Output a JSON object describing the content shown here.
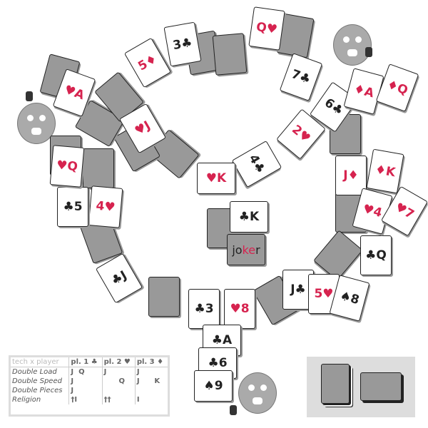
{
  "cards": [
    {
      "label": "5♦",
      "color": "red"
    },
    {
      "label": "",
      "color": "back"
    },
    {
      "label": "3♣",
      "color": "black"
    },
    {
      "label": "",
      "color": "back"
    },
    {
      "label": "Q♥",
      "color": "red"
    },
    {
      "label": "",
      "color": "back"
    },
    {
      "label": "7♣",
      "color": "black"
    },
    {
      "label": "6♣",
      "color": "black"
    },
    {
      "label": "2♥",
      "color": "red"
    },
    {
      "label": "4♣",
      "color": "black"
    },
    {
      "label": "♥K",
      "color": "red"
    },
    {
      "label": "",
      "color": "back"
    },
    {
      "label": "♥J",
      "color": "red"
    },
    {
      "label": "",
      "color": "back"
    },
    {
      "label": "",
      "color": "back"
    },
    {
      "label": "",
      "color": "back"
    },
    {
      "label": "♥A",
      "color": "red"
    },
    {
      "label": "",
      "color": "back"
    },
    {
      "label": "♦A",
      "color": "red"
    },
    {
      "label": "♦Q",
      "color": "red"
    },
    {
      "label": "",
      "color": "back"
    },
    {
      "label": "J♦",
      "color": "red"
    },
    {
      "label": "♦K",
      "color": "red"
    },
    {
      "label": "",
      "color": "back"
    },
    {
      "label": "♣Q",
      "color": "black"
    },
    {
      "label": "♥4",
      "color": "red"
    },
    {
      "label": "♥7",
      "color": "red"
    },
    {
      "label": "",
      "color": "back"
    },
    {
      "label": "J♣",
      "color": "black"
    },
    {
      "label": "5♥",
      "color": "red"
    },
    {
      "label": "♠8",
      "color": "black"
    },
    {
      "label": "",
      "color": "back"
    },
    {
      "label": "♥8",
      "color": "red"
    },
    {
      "label": "♣3",
      "color": "black"
    },
    {
      "label": "",
      "color": "back"
    },
    {
      "label": "♣J",
      "color": "black"
    },
    {
      "label": "",
      "color": "back"
    },
    {
      "label": "4♥",
      "color": "red"
    },
    {
      "label": "♣5",
      "color": "black"
    },
    {
      "label": "",
      "color": "back"
    },
    {
      "label": "♥Q",
      "color": "red"
    },
    {
      "label": "",
      "color": "back"
    },
    {
      "label": "♣K",
      "color": "black"
    },
    {
      "label": "",
      "color": "back"
    },
    {
      "label": "♣A",
      "color": "black"
    },
    {
      "label": "♣6",
      "color": "black"
    },
    {
      "label": "♠9",
      "color": "black"
    }
  ],
  "joker": {
    "jo": "jo",
    "ke": "ke",
    "r": "r"
  },
  "legend": {
    "header": [
      "tech x player",
      "pl. 1 ♣",
      "pl. 2 ♥",
      "pl. 3 ♦"
    ],
    "rows": [
      {
        "name": "Double Load",
        "p1": "J  Q",
        "p2": "J",
        "p3": "J"
      },
      {
        "name": "Double Speed",
        "p1": "J",
        "p2": "      Q",
        "p3": "J      K"
      },
      {
        "name": "Double Pieces",
        "p1": "J",
        "p2": "",
        "p3": ""
      },
      {
        "name": "Religion",
        "p1": "†I",
        "p2": "††",
        "p3": "I"
      }
    ]
  },
  "colors": {
    "red": "#d6234f",
    "gray": "#999"
  }
}
